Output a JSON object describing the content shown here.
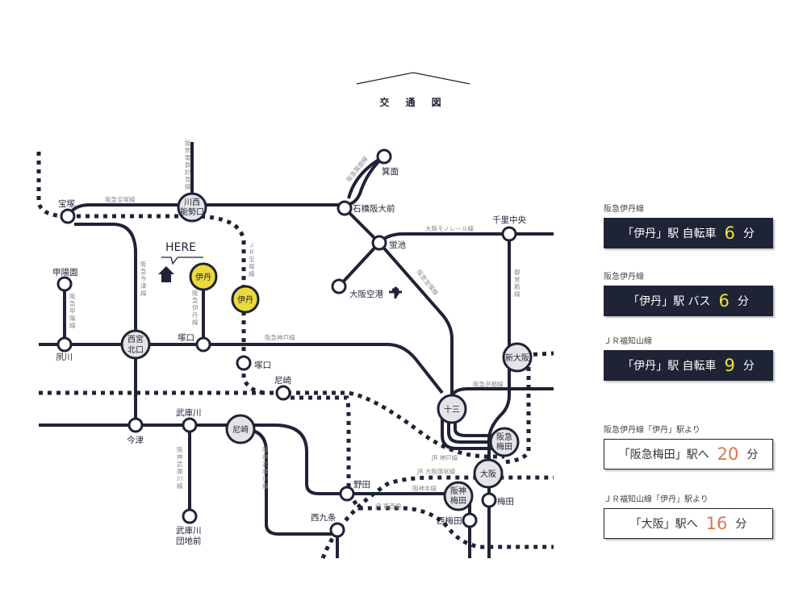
{
  "title": "交 通 図",
  "here_label": "HERE",
  "colors": {
    "line": "#1e2336",
    "station_fill": "#ffffff",
    "major_station_fill": "#e4e4e6",
    "itami_fill": "#ecd93c",
    "highlight_number": "#f2e236",
    "accent_number": "#d9764d"
  },
  "stations": {
    "takarazuka": "宝塚",
    "kawanishi": "川西\n能勢口",
    "kawanishi_1": "川西",
    "kawanishi_2": "能勢口",
    "ishibashi": "石橋阪大前",
    "minoo": "箕面",
    "hotarugaike": "蛍池",
    "osaka_airport": "大阪空港",
    "senri_chuo": "千里中央",
    "koyoen": "甲陽園",
    "shukugawa": "夙川",
    "nishinomiya_1": "西宮",
    "nishinomiya_2": "北口",
    "tsukaguchi_hankyu": "塚口",
    "itami_hankyu": "伊丹",
    "itami_jr": "伊丹",
    "tsukaguchi_jr": "塚口",
    "amagasaki_jr": "尼崎",
    "shin_osaka": "新大阪",
    "juso": "十三",
    "umeda_hankyu_1": "阪急",
    "umeda_hankyu_2": "梅田",
    "osaka": "大阪",
    "imazu": "今津",
    "mukogawa": "武庫川",
    "amagasaki_hanshin": "尼崎",
    "mukogawa_danchi_1": "武庫川",
    "mukogawa_danchi_2": "団地前",
    "noda": "野田",
    "nishikujo": "西九条",
    "umeda_hanshin_1": "阪神",
    "umeda_hanshin_2": "梅田",
    "umeda_subway": "梅田",
    "nishiumeda": "西梅田"
  },
  "lines": {
    "hankyu_takarazuka": "阪急宝塚線",
    "nose": "能勢電鉄妙見線",
    "hankyu_minoo": "阪急箕面線",
    "monorail": "大阪モノレール線",
    "hankyu_takarazuka2": "阪急宝塚線",
    "midosuji": "御堂筋線",
    "hankyu_imazu": "阪急今津線",
    "hankyu_koyo": "阪急甲陽線",
    "hankyu_itami": "阪急伊丹線",
    "jr_takarazuka": "ＪＲ宝塚線",
    "hankyu_kobe": "阪急神戸線",
    "hankyu_kyoto": "阪急京都線",
    "jr_kobe": "JR 神戸線",
    "jr_loop": "JR 大阪環状線",
    "hanshin_main": "阪神本線",
    "jr_tozai": "JR 東西線",
    "hanshin_mukogawa": "阪神武庫川線"
  },
  "panels": [
    {
      "caption": "阪急伊丹線",
      "pre": "「伊丹」駅 自転車",
      "value": "6",
      "unit": "分",
      "style": "dark"
    },
    {
      "caption": "阪急伊丹線",
      "pre": "「伊丹」駅 バス",
      "value": "6",
      "unit": "分",
      "style": "dark"
    },
    {
      "caption": "ＪＲ福知山線",
      "pre": "「伊丹」駅 自転車",
      "value": "9",
      "unit": "分",
      "style": "dark"
    },
    {
      "caption": "阪急伊丹線「伊丹」駅より",
      "pre": "「阪急梅田」駅へ",
      "value": "20",
      "unit": "分",
      "style": "light"
    },
    {
      "caption": "ＪＲ福知山線「伊丹」駅より",
      "pre": "「大阪」駅へ",
      "value": "16",
      "unit": "分",
      "style": "light"
    }
  ]
}
